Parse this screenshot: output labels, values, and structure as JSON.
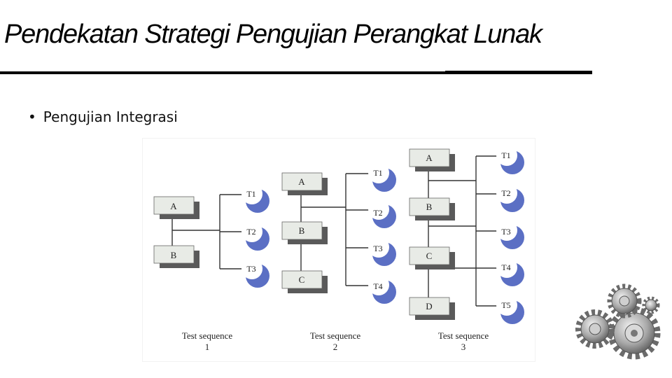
{
  "slide": {
    "title": "Pendekatan Strategi Pengujian Perangkat Lunak",
    "bullet": "Pengujian Integrasi"
  },
  "diagram": {
    "sequences": [
      {
        "modules": [
          "A",
          "B"
        ],
        "tests": [
          "T1",
          "T2",
          "T3"
        ],
        "caption_line1": "Test sequence",
        "caption_line2": "1"
      },
      {
        "modules": [
          "A",
          "B",
          "C"
        ],
        "tests": [
          "T1",
          "T2",
          "T3",
          "T4"
        ],
        "caption_line1": "Test sequence",
        "caption_line2": "2"
      },
      {
        "modules": [
          "A",
          "B",
          "C",
          "D"
        ],
        "tests": [
          "T1",
          "T2",
          "T3",
          "T4",
          "T5"
        ],
        "caption_line1": "Test sequence",
        "caption_line2": "3"
      }
    ],
    "colors": {
      "module_fill": "#e8ebe6",
      "module_shadow": "#5a5a5a",
      "test_fill": "#ffffff",
      "test_shadow": "#5b6fc4",
      "line": "#333333"
    }
  },
  "decorations": {
    "gears_icon": "gears-icon",
    "gear_color": "#9a9a9a"
  }
}
